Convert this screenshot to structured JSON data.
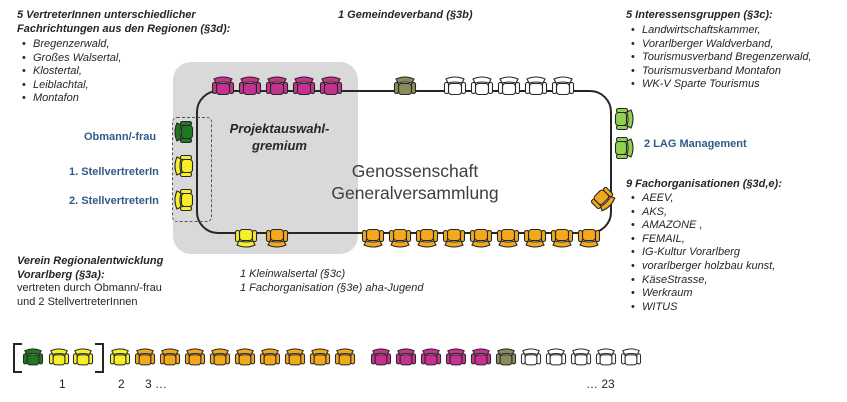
{
  "top_left": {
    "heading_line1": "5 VertreterInnen unterschiedlicher",
    "heading_line2": "Fachrichtungen aus den Regionen (§3d):",
    "items": [
      "Bregenzerwald,",
      "Großes Walsertal,",
      "Klostertal,",
      "Leiblachtal,",
      "Montafon"
    ]
  },
  "top_center": {
    "heading": "1 Gemeindeverband (§3b)"
  },
  "top_right": {
    "heading": "5 Interessensgruppen (§3c):",
    "items": [
      "Landwirtschaftskammer,",
      "Vorarlberger Waldverband,",
      "Tourismusverband Bregenzerwald,",
      "Tourismusverband Montafon",
      "WK-V Sparte Tourismus"
    ]
  },
  "roles": {
    "obmann": "Obmann/-frau",
    "stv1": "1. StellvertreterIn",
    "stv2": "2. StellvertreterIn"
  },
  "lag": {
    "label": "2 LAG Management"
  },
  "right_mid": {
    "heading": "9 Fachorganisationen (§3d,e):",
    "items": [
      "AEEV,",
      "AKS,",
      "AMAZONE ,",
      "FEMAIL,",
      "IG-Kultur Vorarlberg",
      "vorarlberger holzbau kunst,",
      "KäseStrasse,",
      "Werkraum",
      "WITUS"
    ]
  },
  "bottom_left": {
    "heading_line1": "Verein Regionalentwicklung",
    "heading_line2": "Vorarlberg (§3a):",
    "text_line1": "vertreten durch Obmann/-frau",
    "text_line2": "und 2 StellvertreterInnen"
  },
  "bottom_center": {
    "line1": "1 Kleinwalsertal (§3c)",
    "line2": "1 Fachorganisation (§3e) aha-Jugend"
  },
  "center": {
    "projekt_line1": "Projektauswahl-",
    "projekt_line2": "gremium",
    "genossenschaft_line1": "Genossenschaft",
    "genossenschaft_line2": "Generalversammlung"
  },
  "legend": {
    "n1": "1",
    "n2": "2",
    "n3": "3 …",
    "n23": "… 23"
  },
  "colors": {
    "green": "#1f7a1f",
    "yellow": "#f5ee2a",
    "orange": "#f2a81d",
    "magenta": "#c7318f",
    "olive": "#8c8c5a",
    "white": "#ffffff",
    "lightgreen": "#92d050",
    "lag_text": "#2f5b8a"
  }
}
